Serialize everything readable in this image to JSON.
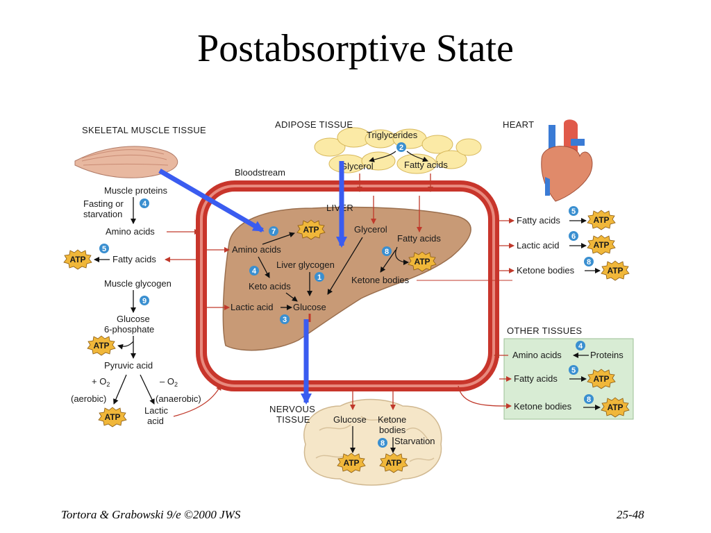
{
  "slide": {
    "title": "Postabsorptive State",
    "footer_left": "Tortora & Grabowski 9/e ©2000 JWS",
    "footer_right": "25-48"
  },
  "colors": {
    "vessel": "#c8352b",
    "liver": "#c89a76",
    "atp": "#f0b73a",
    "badge": "#3a8fd0",
    "blue_arrow": "#3a5cf0",
    "red_arrow": "#c0392b",
    "other_tissues_bg": "#d8ecd4"
  },
  "regions": {
    "skeletal_muscle": "SKELETAL MUSCLE TISSUE",
    "adipose": "ADIPOSE TISSUE",
    "heart": "HEART",
    "bloodstream": "Bloodstream",
    "liver": "LIVER",
    "other_tissues": "OTHER TISSUES",
    "nervous_1": "NERVOUS",
    "nervous_2": "TISSUE"
  },
  "atp_label": "ATP",
  "labels": {
    "muscle_proteins": "Muscle proteins",
    "fasting_1": "Fasting or",
    "fasting_2": "starvation",
    "amino_acids_m": "Amino acids",
    "fatty_acids_m": "Fatty acids",
    "muscle_glycogen": "Muscle glycogen",
    "glucose6p_1": "Glucose",
    "glucose6p_2": "6-phosphate",
    "pyruvic_acid": "Pyruvic acid",
    "plus_o2": "+ O",
    "minus_o2": "– O",
    "o2_sub": "2",
    "aerobic": "(aerobic)",
    "anaerobic": "(anaerobic)",
    "lactic_acid_m1": "Lactic",
    "lactic_acid_m2": "acid",
    "triglycerides": "Triglycerides",
    "glycerol_a": "Glycerol",
    "fatty_acids_a": "Fatty acids",
    "amino_acids_l": "Amino acids",
    "keto_acids": "Keto acids",
    "liver_glycogen": "Liver glycogen",
    "glycerol_l": "Glycerol",
    "fatty_acids_l": "Fatty acids",
    "ketone_bodies_l": "Ketone bodies",
    "lactic_acid_l": "Lactic acid",
    "glucose_l": "Glucose",
    "fatty_acids_h": "Fatty acids",
    "lactic_acid_h": "Lactic acid",
    "ketone_bodies_h": "Ketone bodies",
    "amino_acids_o": "Amino acids",
    "proteins_o": "Proteins",
    "fatty_acids_o": "Fatty acids",
    "ketone_bodies_o": "Ketone bodies",
    "glucose_n": "Glucose",
    "ketone_n1": "Ketone",
    "ketone_n2": "bodies",
    "starvation_n": "Starvation"
  },
  "badges": {
    "b4_fasting": "4",
    "b5_muscle": "5",
    "b9": "9",
    "b2": "2",
    "b7": "7",
    "b4_liver": "4",
    "b1": "1",
    "b8_liver": "8",
    "b3": "3",
    "b5_heart": "5",
    "b6_heart": "6",
    "b8_heart": "8",
    "b4_other": "4",
    "b5_other": "5",
    "b8_other": "8",
    "b8_nervous": "8"
  }
}
